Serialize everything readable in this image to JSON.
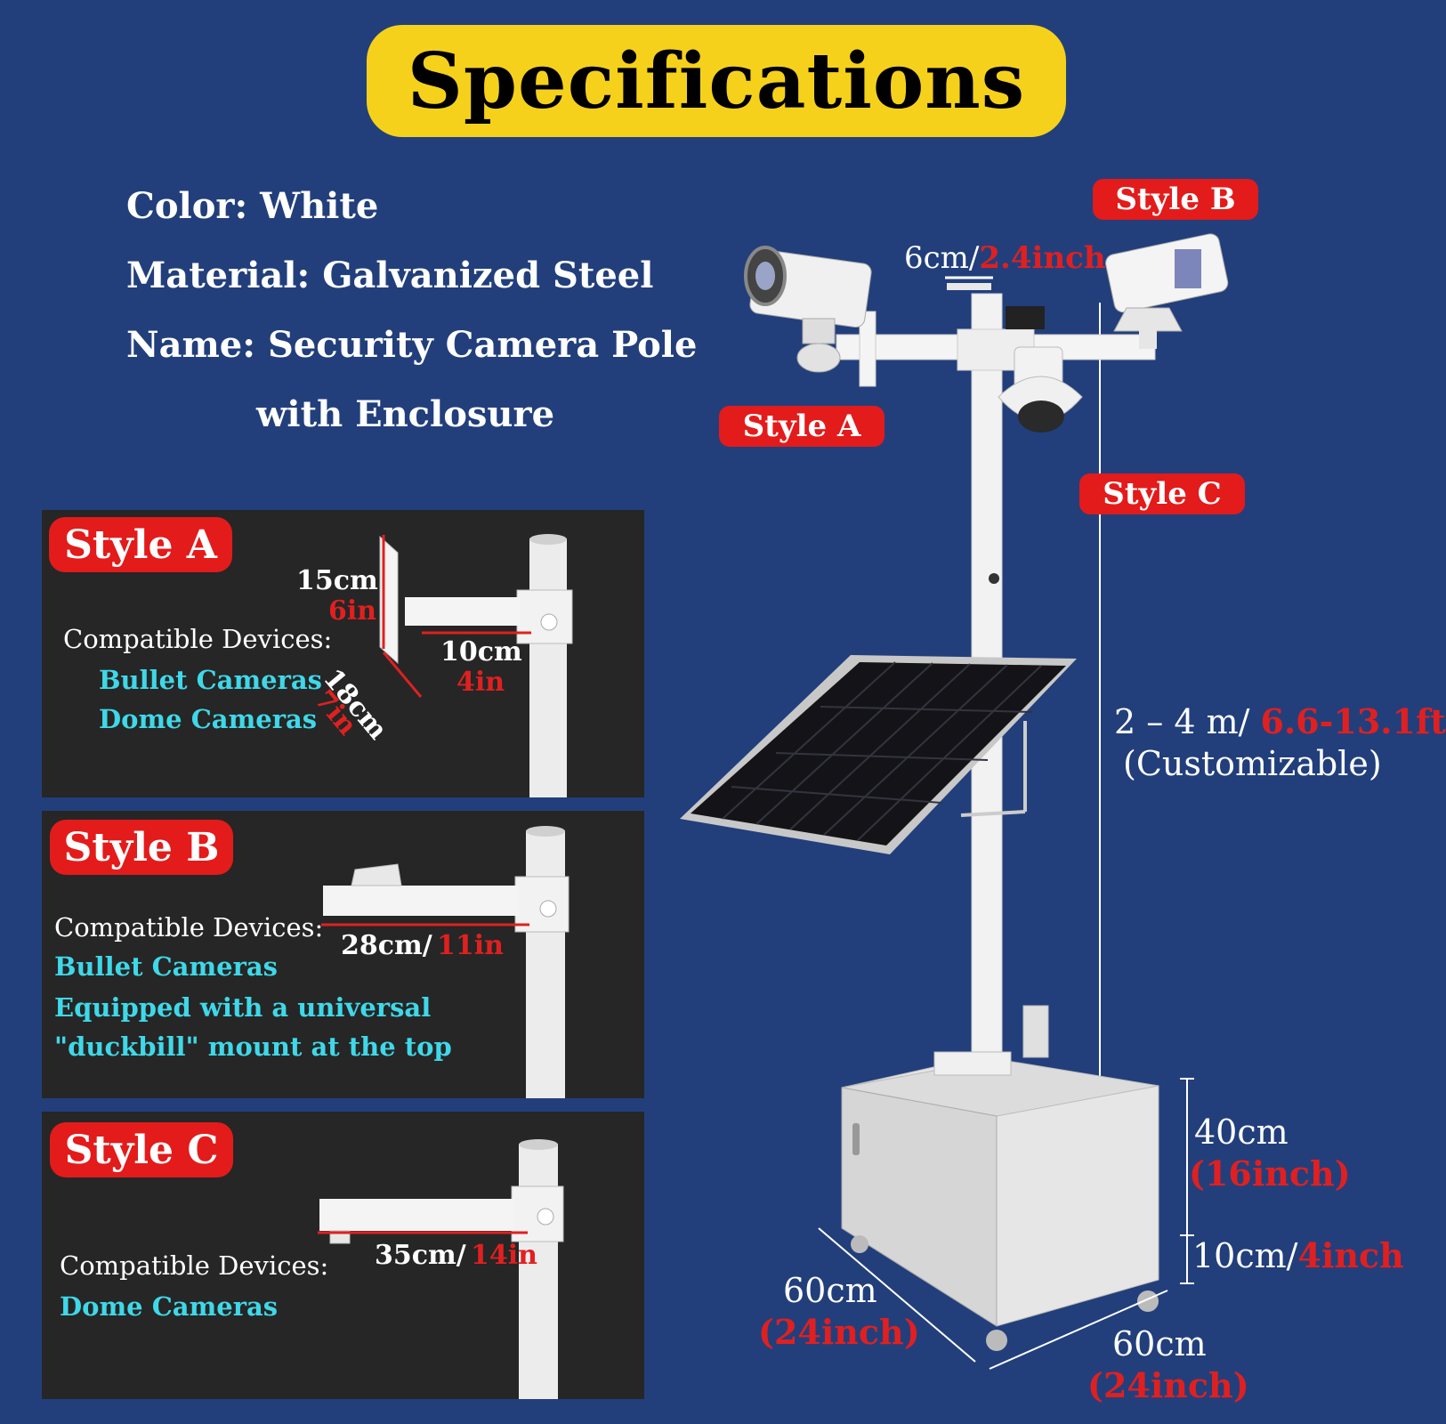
{
  "title": "Specifications",
  "specs": {
    "color": "Color: White",
    "material": "Material: Galvanized Steel",
    "name_line1": "Name: Security Camera Pole",
    "name_line2": "with Enclosure"
  },
  "main_tags": {
    "style_a": "Style A",
    "style_b": "Style B",
    "style_c": "Style C"
  },
  "panels": {
    "a": {
      "tag": "Style A",
      "devices_label": "Compatible Devices:",
      "devices": [
        "Bullet Cameras",
        "Dome Cameras"
      ],
      "dim_height_cm": "15cm",
      "dim_height_in": "6in",
      "dim_depth_cm": "18cm",
      "dim_depth_in": "7in",
      "dim_arm_cm": "10cm",
      "dim_arm_in": "4in"
    },
    "b": {
      "tag": "Style B",
      "devices_label": "Compatible Devices:",
      "devices": [
        "Bullet Cameras",
        "Equipped with a universal",
        "\"duckbill\" mount at the top"
      ],
      "dim_arm_cm": "28cm/",
      "dim_arm_in": "11in"
    },
    "c": {
      "tag": "Style C",
      "devices_label": "Compatible Devices:",
      "devices": [
        "Dome Cameras"
      ],
      "dim_arm_cm": "35cm/",
      "dim_arm_in": "14in"
    }
  },
  "product": {
    "pole_dia_cm": "6cm/",
    "pole_dia_in": "2.4inch",
    "height_m": "2 – 4 m/ ",
    "height_ft": "6.6-13.1ft",
    "height_note": "(Customizable)",
    "box_h_cm": "40cm",
    "box_h_in": "(16inch)",
    "wheel_cm": "10cm/",
    "wheel_in": "4inch",
    "width_cm": "60cm",
    "width_in": "(24inch)",
    "depth_cm": "60cm",
    "depth_in": "(24inch)"
  },
  "colors": {
    "background": "#223f7c",
    "title_pill": "#f5d11c",
    "tag_red": "#e31b1b",
    "cyan": "#3fd8e8",
    "panel": "#262626"
  }
}
